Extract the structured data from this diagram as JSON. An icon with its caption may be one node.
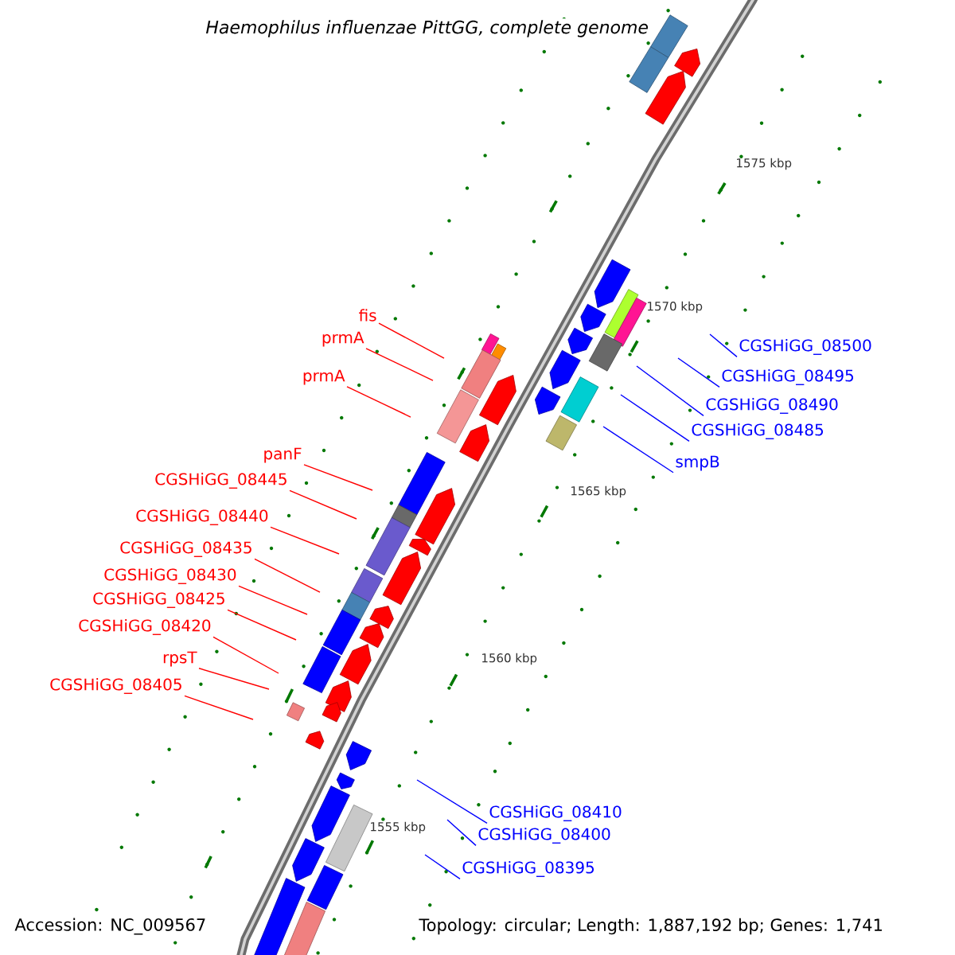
{
  "diagram": {
    "title": "Haemophilus influenzae PittGG, complete genome",
    "nodes": [
      {
        "text": [
          "fis"
        ]
      },
      {
        "text": [
          "prmA"
        ]
      },
      {
        "text": [
          "prmA"
        ]
      },
      {
        "text": [
          "panF"
        ]
      },
      {
        "text": [
          "CGSHiGG_08445"
        ]
      },
      {
        "text": [
          "CGSHiGG_08440"
        ]
      },
      {
        "text": [
          "CGSHiGG_08435"
        ]
      },
      {
        "text": [
          "CGSHiGG_08430"
        ]
      },
      {
        "text": [
          "CGSHiGG_08425"
        ]
      },
      {
        "text": [
          "CGSHiGG_08420"
        ]
      },
      {
        "text": [
          "rpsT"
        ]
      },
      {
        "text": [
          "CGSHiGG_08405"
        ]
      },
      {
        "text": [
          "CGSHiGG_08500"
        ]
      },
      {
        "text": [
          "CGSHiGG_08495"
        ]
      },
      {
        "text": [
          "CGSHiGG_08490"
        ]
      },
      {
        "text": [
          "CGSHiGG_08485"
        ]
      },
      {
        "text": [
          "smpB"
        ]
      },
      {
        "text": [
          "CGSHiGG_08410"
        ]
      },
      {
        "text": [
          "CGSHiGG_08400"
        ]
      },
      {
        "text": [
          "CGSHiGG_08395"
        ]
      }
    ],
    "edges": [
      {
        "from": 0,
        "to": null,
        "arrow": "none"
      },
      {
        "from": 1,
        "to": null,
        "arrow": "none"
      },
      {
        "from": 2,
        "to": null,
        "arrow": "none"
      },
      {
        "from": 3,
        "to": null,
        "arrow": "none"
      },
      {
        "from": 4,
        "to": null,
        "arrow": "none"
      },
      {
        "from": 5,
        "to": null,
        "arrow": "none"
      },
      {
        "from": 6,
        "to": null,
        "arrow": "none"
      },
      {
        "from": 7,
        "to": null,
        "arrow": "none"
      },
      {
        "from": 8,
        "to": null,
        "arrow": "none"
      },
      {
        "from": 9,
        "to": null,
        "arrow": "none"
      },
      {
        "from": 10,
        "to": null,
        "arrow": "none"
      },
      {
        "from": 11,
        "to": null,
        "arrow": "none"
      },
      {
        "from": 12,
        "to": null,
        "arrow": "none",
        "color": "#0000ff"
      },
      {
        "from": 13,
        "to": null,
        "arrow": "none",
        "color": "#0000ff"
      },
      {
        "from": 14,
        "to": null,
        "arrow": "none",
        "color": "#0000ff"
      },
      {
        "from": 15,
        "to": null,
        "arrow": "none",
        "color": "#0000ff"
      },
      {
        "from": 16,
        "to": null,
        "arrow": "none",
        "color": "#0000ff"
      },
      {
        "from": 17,
        "to": null,
        "arrow": "none",
        "color": "#0000ff"
      },
      {
        "from": 18,
        "to": null,
        "arrow": "none",
        "color": "#0000ff"
      },
      {
        "from": 19,
        "to": null,
        "arrow": "none",
        "color": "#0000ff"
      }
    ],
    "labels": [
      "1575 kbp",
      "1570 kbp",
      "1565 kbp",
      "1560 kbp",
      "1555 kbp",
      "Accession: NC_009567",
      "Topology: circular; Length: 1,887,192 bp; Genes: 1,741"
    ]
  }
}
